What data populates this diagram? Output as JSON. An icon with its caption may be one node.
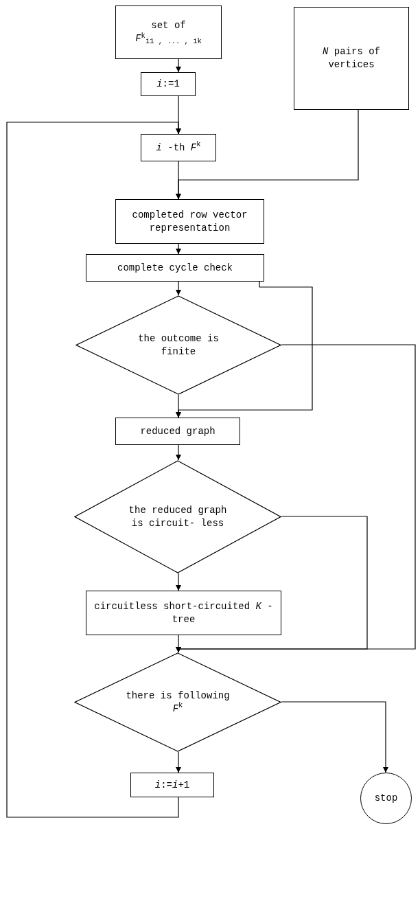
{
  "diagram": {
    "nodes": [
      {
        "text": [
          "set of *F*$^{k}$$_{i1 , ... , ik}$"
        ]
      },
      {
        "text": [
          "*N* pairs of vertices"
        ]
      },
      {
        "text": [
          "*i*:=1"
        ]
      },
      {
        "text": [
          "*i* -th *F*$^{k}$"
        ]
      },
      {
        "text": [
          "completed row vector representation"
        ]
      },
      {
        "text": [
          "complete cycle check"
        ]
      },
      {
        "text": [
          "the outcome is finite"
        ]
      },
      {
        "text": [
          "reduced graph"
        ]
      },
      {
        "text": [
          "the reduced graph is circuit- less"
        ]
      },
      {
        "text": [
          "circuitless short-circuited *K* -tree"
        ]
      },
      {
        "text": [
          "there is following *F*$^{k}$"
        ]
      },
      {
        "text": [
          "*i*:=*i*+1"
        ]
      },
      {
        "text": [
          "stop"
        ]
      }
    ],
    "edges": [
      {
        "from": 0,
        "to": 2,
        "arrow": "to"
      },
      {
        "from": 2,
        "to": 3,
        "arrow": "to"
      },
      {
        "from": 11,
        "to": 3,
        "arrow": "to"
      },
      {
        "from": 3,
        "to": 4,
        "arrow": "to"
      },
      {
        "from": 1,
        "to": 4,
        "arrow": "to"
      },
      {
        "from": 4,
        "to": 5,
        "arrow": "to"
      },
      {
        "from": 5,
        "to": 6,
        "arrow": "to"
      },
      {
        "from": 5,
        "to": 7,
        "arrow": "to"
      },
      {
        "from": 6,
        "to": 7,
        "arrow": "to"
      },
      {
        "from": 6,
        "to": 10,
        "arrow": "to"
      },
      {
        "from": 7,
        "to": 8,
        "arrow": "to"
      },
      {
        "from": 8,
        "to": 10,
        "arrow": "to"
      },
      {
        "from": 8,
        "to": 9,
        "arrow": "to"
      },
      {
        "from": 9,
        "to": 10,
        "arrow": "to"
      },
      {
        "from": 10,
        "to": 12,
        "arrow": "to"
      },
      {
        "from": 10,
        "to": 11,
        "arrow": "to"
      }
    ]
  }
}
